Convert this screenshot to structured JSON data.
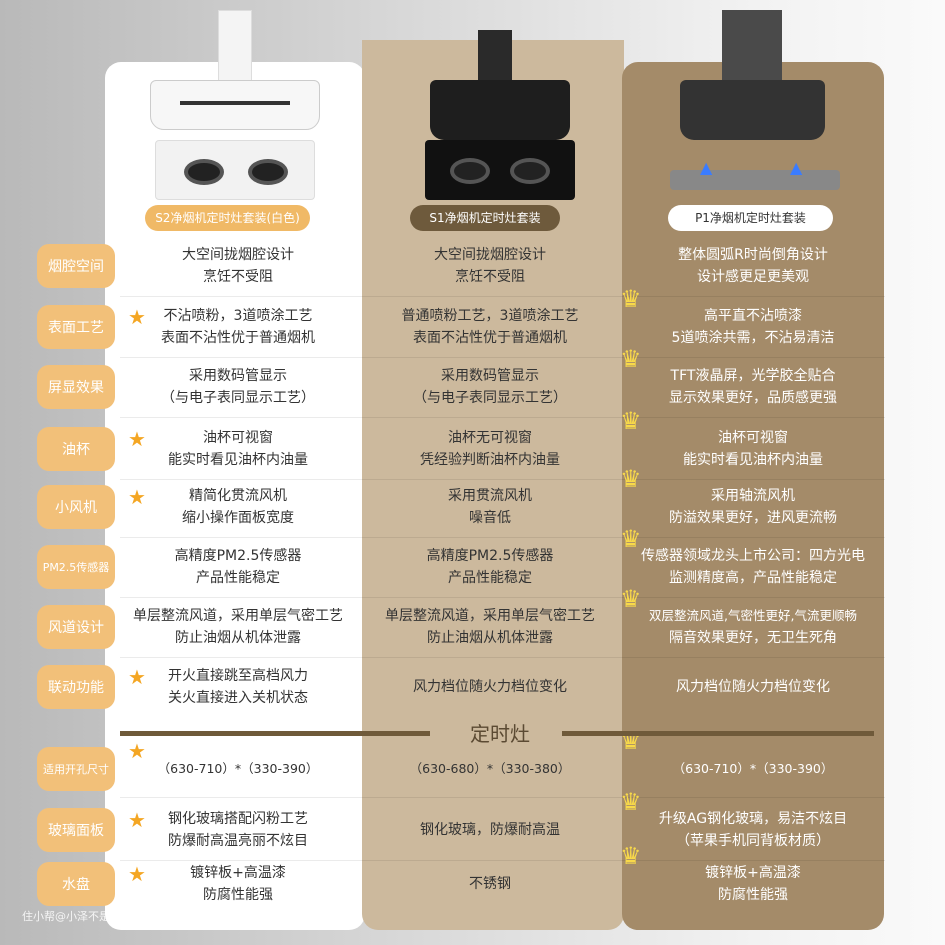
{
  "products": [
    {
      "name": "S2净烟机定时灶套装(白色)",
      "pill_color": "#f0b966",
      "card_color": "#ffffff"
    },
    {
      "name": "S1净烟机定时灶套装",
      "pill_color": "#6e5a3c",
      "card_color": "#ccb99d"
    },
    {
      "name": "P1净烟机定时灶套装",
      "pill_color": "#ffffff",
      "card_color": "#a48b69"
    }
  ],
  "section_title": "定时灶",
  "rows": [
    {
      "label": "烟腔空间",
      "s2": [
        "大空间拢烟腔设计",
        "烹饪不受阻"
      ],
      "s1": [
        "大空间拢烟腔设计",
        "烹饪不受阻"
      ],
      "p1": [
        "整体圆弧R时尚倒角设计",
        "设计感更足更美观"
      ],
      "star": false,
      "crown": false
    },
    {
      "label": "表面工艺",
      "s2": [
        "不沾喷粉，3道喷涂工艺",
        "表面不沾性优于普通烟机"
      ],
      "s1": [
        "普通喷粉工艺，3道喷涂工艺",
        "表面不沾性优于普通烟机"
      ],
      "p1": [
        "高平直不沾喷漆",
        "5道喷涂共需，不沾易清洁"
      ],
      "star": true,
      "crown": true
    },
    {
      "label": "屏显效果",
      "s2": [
        "采用数码管显示",
        "（与电子表同显示工艺）"
      ],
      "s1": [
        "采用数码管显示",
        "（与电子表同显示工艺）"
      ],
      "p1": [
        "TFT液晶屏，光学胶全贴合",
        "显示效果更好，品质感更强"
      ],
      "star": false,
      "crown": true
    },
    {
      "label": "油杯",
      "s2": [
        "油杯可视窗",
        "能实时看见油杯内油量"
      ],
      "s1": [
        "油杯无可视窗",
        "凭经验判断油杯内油量"
      ],
      "p1": [
        "油杯可视窗",
        "能实时看见油杯内油量"
      ],
      "star": true,
      "crown": true
    },
    {
      "label": "小风机",
      "s2": [
        "精简化贯流风机",
        "缩小操作面板宽度"
      ],
      "s1": [
        "采用贯流风机",
        "噪音低"
      ],
      "p1": [
        "采用轴流风机",
        "防溢效果更好，进风更流畅"
      ],
      "star": true,
      "crown": true
    },
    {
      "label": "PM2.5传感器",
      "s2": [
        "高精度PM2.5传感器",
        "产品性能稳定"
      ],
      "s1": [
        "高精度PM2.5传感器",
        "产品性能稳定"
      ],
      "p1": [
        "传感器领域龙头上市公司：四方光电",
        "监测精度高，产品性能稳定"
      ],
      "star": false,
      "crown": true
    },
    {
      "label": "风道设计",
      "s2": [
        "单层整流风道，采用单层气密工艺",
        "防止油烟从机体泄露"
      ],
      "s1": [
        "单层整流风道，采用单层气密工艺",
        "防止油烟从机体泄露"
      ],
      "p1": [
        "双层整流风道,气密性更好,气流更顺畅",
        "隔音效果更好，无卫生死角"
      ],
      "star": false,
      "crown": true
    },
    {
      "label": "联动功能",
      "s2": [
        "开火直接跳至高档风力",
        "关火直接进入关机状态"
      ],
      "s1": [
        "风力档位随火力档位变化"
      ],
      "p1": [
        "风力档位随火力档位变化"
      ],
      "star": true,
      "crown": false
    },
    {
      "label": "适用开孔尺寸",
      "s2": [
        "（630-710）*（330-390）"
      ],
      "s1": [
        "（630-680）*（330-380）"
      ],
      "p1": [
        "（630-710）*（330-390）"
      ],
      "star": true,
      "crown": true
    },
    {
      "label": "玻璃面板",
      "s2": [
        "钢化玻璃搭配闪粉工艺",
        "防爆耐高温亮丽不炫目"
      ],
      "s1": [
        "钢化玻璃，防爆耐高温"
      ],
      "p1": [
        "升级AG钢化玻璃，易洁不炫目",
        "（苹果手机同背板材质）"
      ],
      "star": true,
      "crown": true
    },
    {
      "label": "水盘",
      "s2": [
        "镀锌板+高温漆",
        "防腐性能强"
      ],
      "s1": [
        "不锈钢"
      ],
      "p1": [
        "镀锌板+高温漆",
        "防腐性能强"
      ],
      "star": true,
      "crown": true
    }
  ],
  "watermark": "住小帮@小泽不是甜妹oo"
}
